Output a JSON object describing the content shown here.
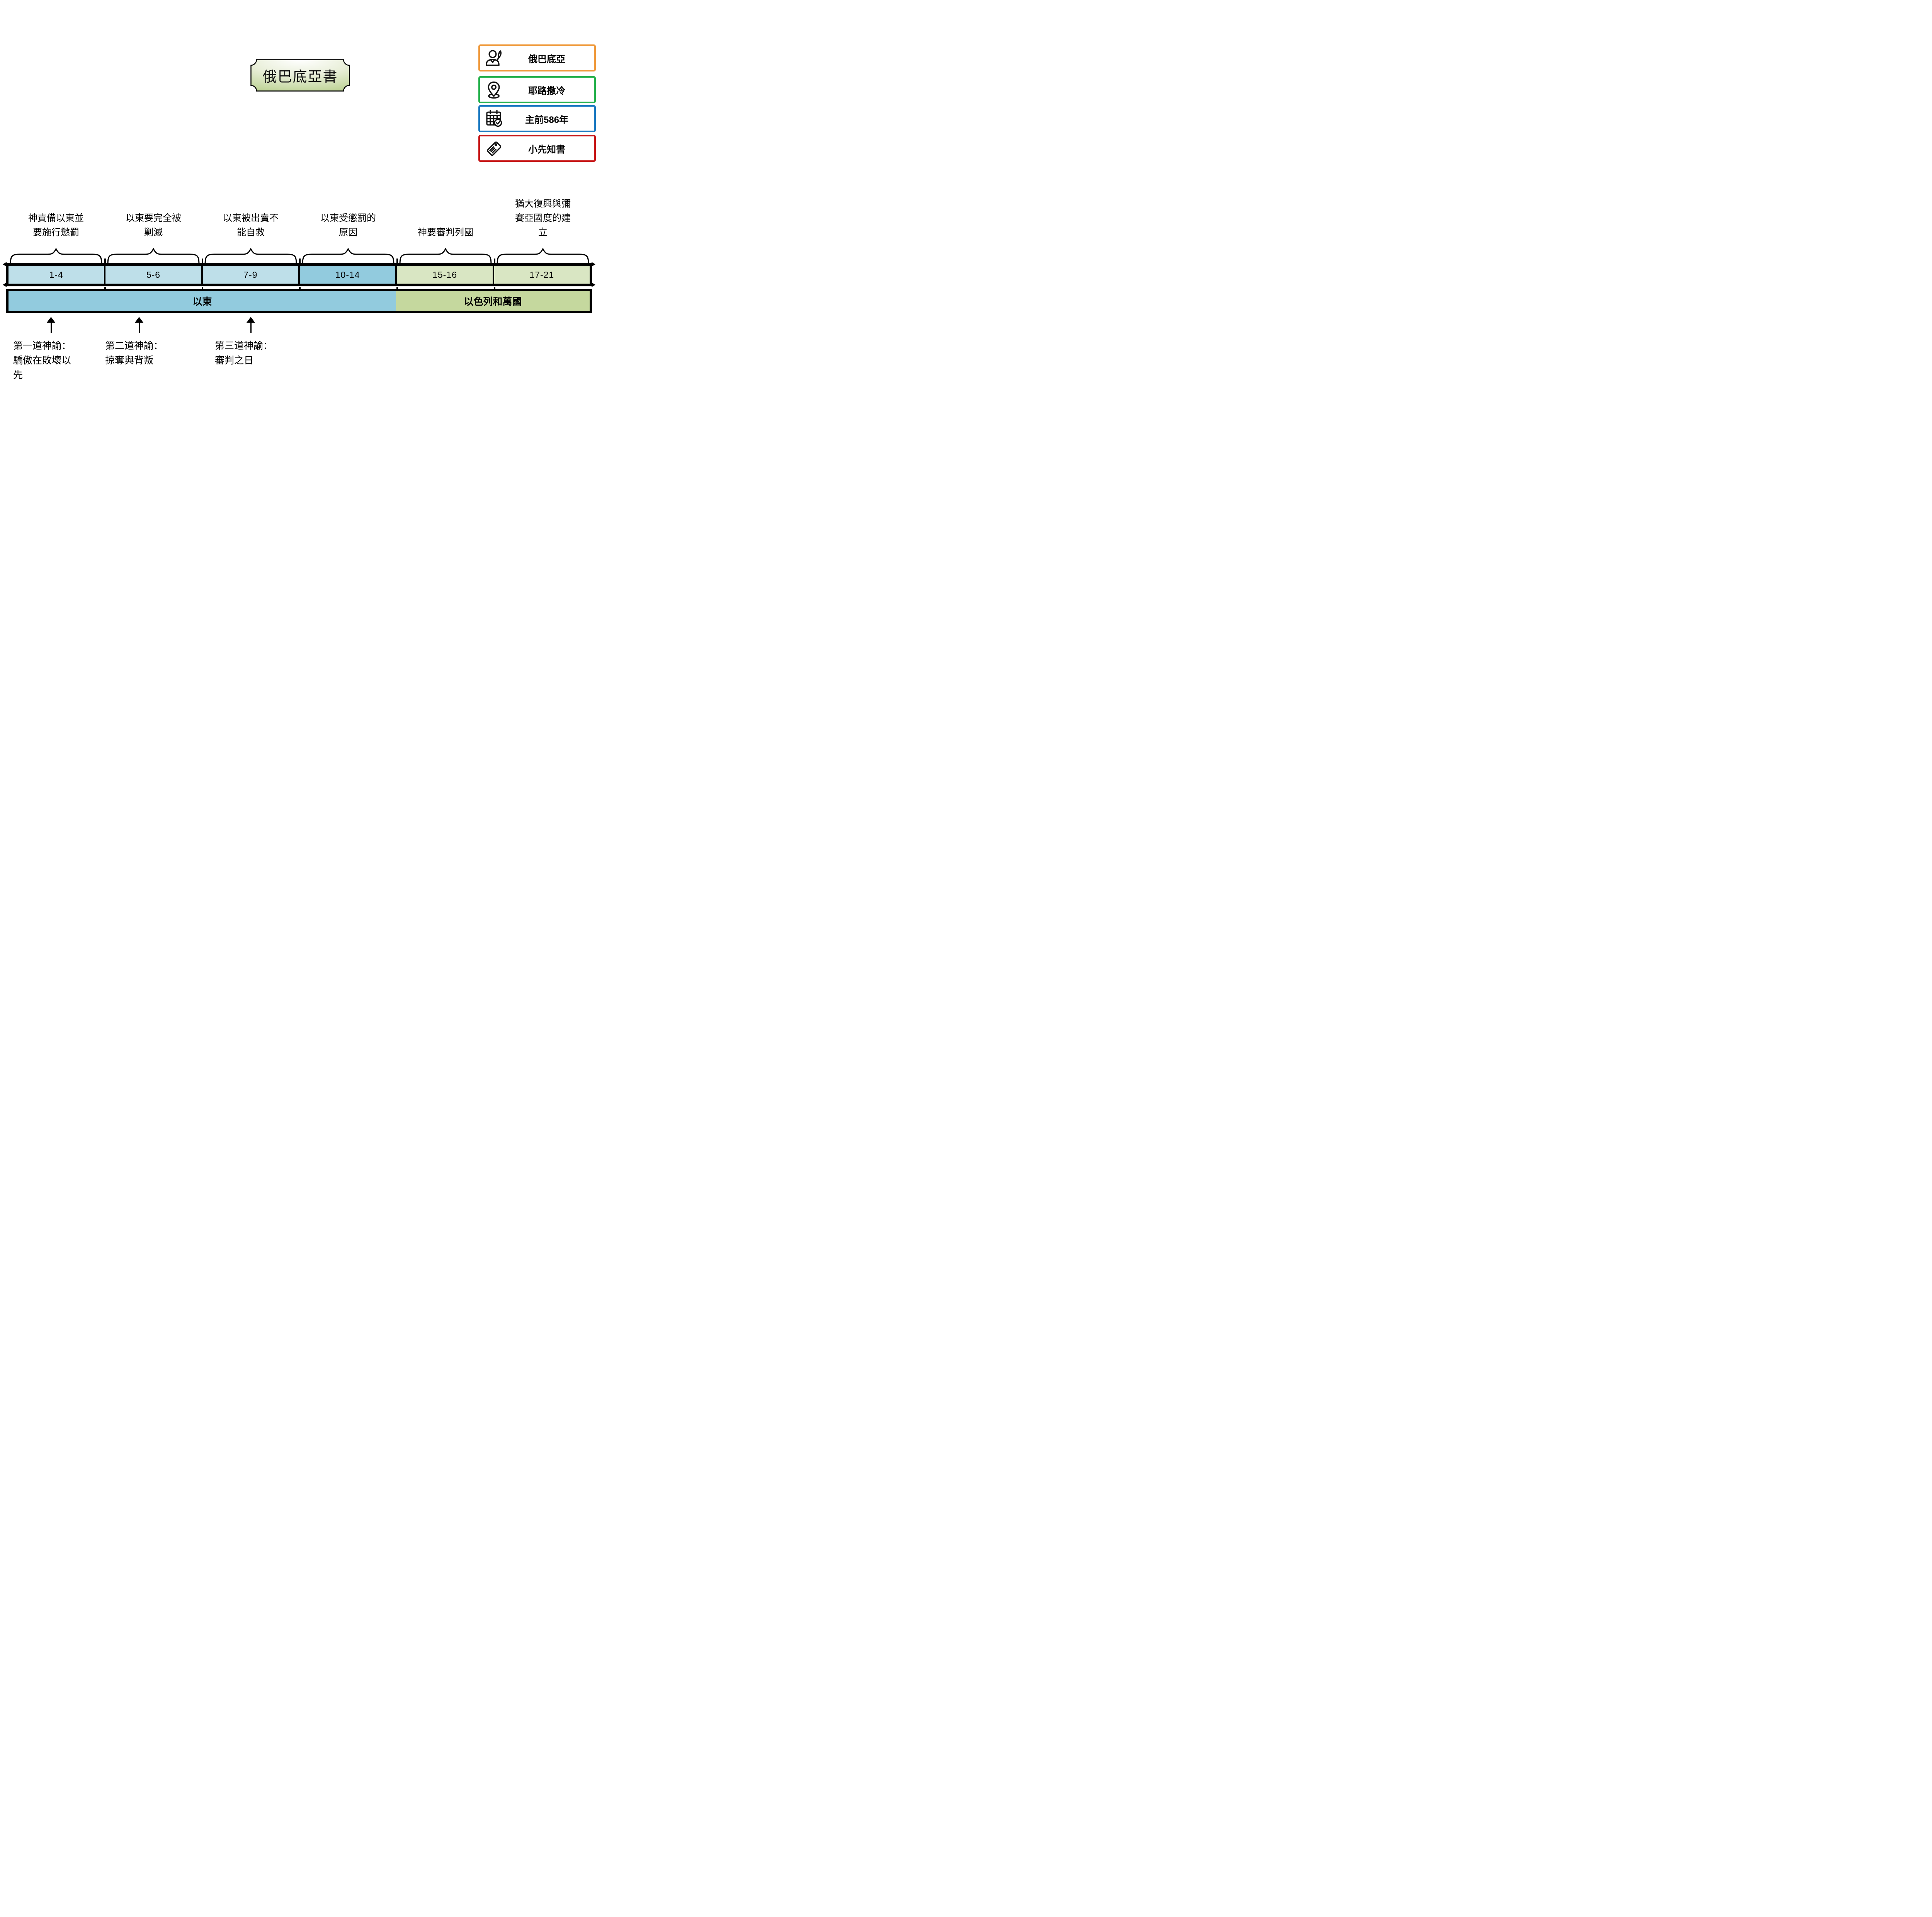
{
  "title": "俄巴底亞書",
  "info_cards": [
    {
      "label": "俄巴底亞",
      "icon": "author-icon",
      "border_color": "#ef9a3d"
    },
    {
      "label": "耶路撒冷",
      "icon": "location-pin-icon",
      "border_color": "#26b14d"
    },
    {
      "label": "主前586年",
      "icon": "calendar-icon",
      "border_color": "#1b79c1"
    },
    {
      "label": "小先知書",
      "icon": "tag-icon",
      "border_color": "#c71718"
    }
  ],
  "timeline": {
    "sections": [
      {
        "chapters": "1-4",
        "color": "#bedfe9",
        "heading": "神責備以東並要施行懲罰",
        "heading_lines": [
          "神責備以東並",
          "要施行懲罰"
        ]
      },
      {
        "chapters": "5-6",
        "color": "#bedfe9",
        "heading": "以東要完全被剿滅",
        "heading_lines": [
          "以東要完全被",
          "剿滅"
        ]
      },
      {
        "chapters": "7-9",
        "color": "#bedfe9",
        "heading": "以東被出賣不能自救",
        "heading_lines": [
          "以東被出賣不",
          "能自救"
        ]
      },
      {
        "chapters": "10-14",
        "color": "#92cbde",
        "heading": "以東受懲罰的原因",
        "heading_lines": [
          "以東受懲罰的",
          "原因"
        ]
      },
      {
        "chapters": "15-16",
        "color": "#d9e6c3",
        "heading": "神要審判列國",
        "heading_lines": [
          "神要審判列國"
        ]
      },
      {
        "chapters": "17-21",
        "color": "#d9e6c3",
        "heading": "猶大復興與彌賽亞國度的建立",
        "heading_lines": [
          "猶大復興與彌",
          "賽亞國度的建",
          "立"
        ]
      }
    ],
    "groups": [
      {
        "label": "以東",
        "span_sections": 4,
        "color": "#92cbde"
      },
      {
        "label": "以色列和萬國",
        "span_sections": 2,
        "color": "#c5d89e"
      }
    ],
    "oracles": [
      {
        "label": "第一道神諭：驕傲在敗壞以先",
        "lines": [
          "第一道神諭：",
          "驕傲在敗壞以",
          "先"
        ]
      },
      {
        "label": "第二道神諭：掠奪與背叛",
        "lines": [
          "第二道神諭：",
          "掠奪與背叛"
        ]
      },
      {
        "label": "第三道神諭：審判之日",
        "lines": [
          "第三道神諭：",
          "審判之日"
        ]
      }
    ]
  },
  "colors": {
    "plaque_green": "#b7cf8b",
    "light_blue": "#bedfe9",
    "mid_blue": "#92cbde",
    "light_green": "#d9e6c3",
    "mid_green": "#c5d89e"
  }
}
